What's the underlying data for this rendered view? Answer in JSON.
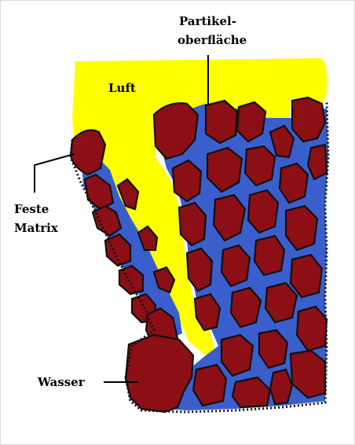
{
  "labels": {
    "surface_line1": "Partikel-",
    "surface_line2": "oberfläche",
    "air": "Luft",
    "matrix_line1": "Feste",
    "matrix_line2": "Matrix",
    "water": "Wasser"
  },
  "colors": {
    "air": "#ffff00",
    "water": "#3a5fcd",
    "solid": "#8b0f14",
    "outline": "#111111",
    "background": "#ffffff"
  }
}
